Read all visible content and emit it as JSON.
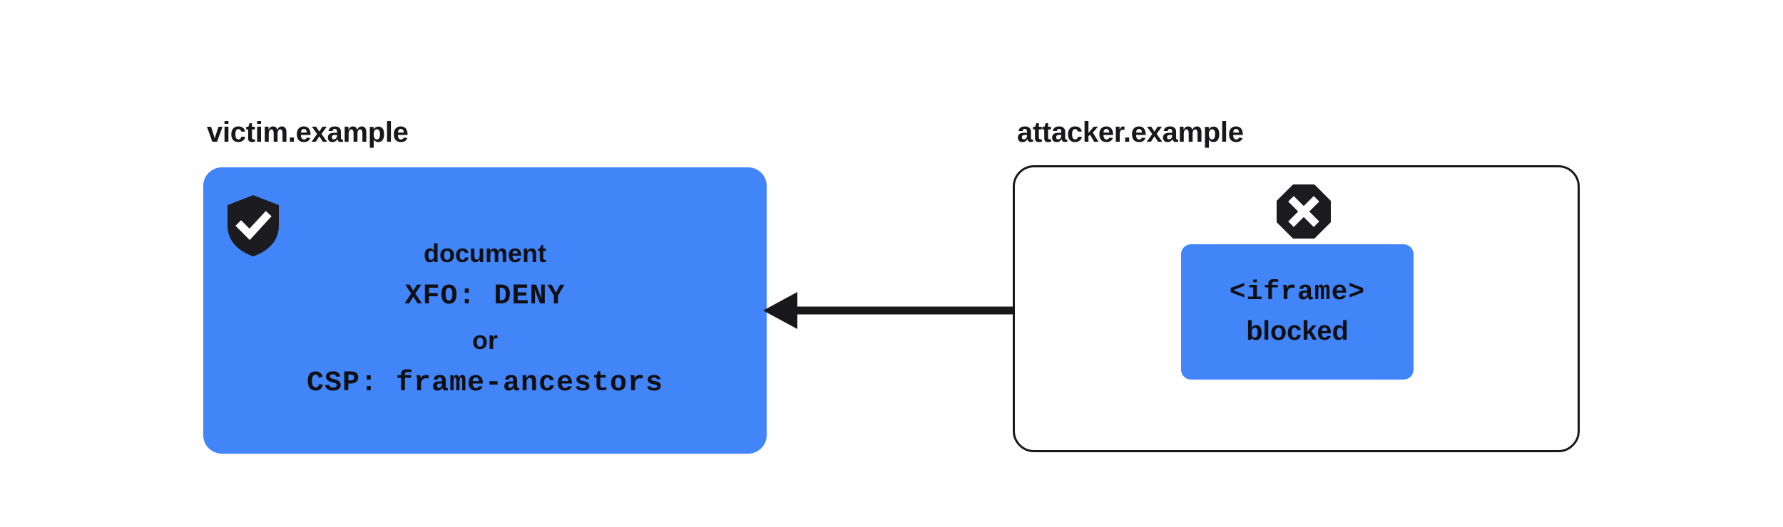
{
  "diagram": {
    "title": "Frame-ancestors / X-Frame-Options blocking an attacker iframe",
    "background_color": "#ffffff",
    "accent_color": "#4285f8",
    "ink_color": "#18181b"
  },
  "victim": {
    "label": "victim.example",
    "shield_icon": "shield-check-icon",
    "panel_fill": "#4285f8",
    "lines": [
      {
        "text": "document",
        "style": "sans"
      },
      {
        "text": "XFO: DENY",
        "style": "mono"
      },
      {
        "text": "or",
        "style": "sans"
      },
      {
        "text": "CSP: frame-ancestors",
        "style": "mono"
      }
    ]
  },
  "connector": {
    "icon": "arrow-left-icon",
    "direction": "left",
    "from": "attacker.example",
    "to": "victim.example"
  },
  "attacker": {
    "label": "attacker.example",
    "blocked_icon": "octagon-x-icon",
    "panel_fill": "#ffffff",
    "panel_border": "#18181b",
    "iframe_box": {
      "fill": "#4285f8",
      "lines": [
        {
          "text": "<iframe>",
          "style": "mono"
        },
        {
          "text": "blocked",
          "style": "sans"
        }
      ]
    }
  }
}
